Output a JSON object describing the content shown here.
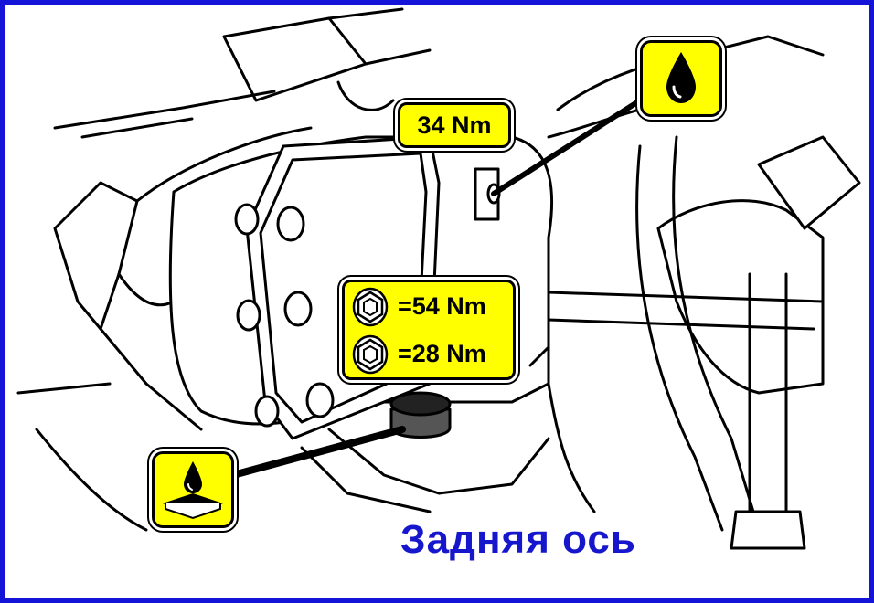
{
  "caption": "Задняя  ось",
  "torque_top": "34 Nm",
  "torque_rows": [
    {
      "icon": "hex-bolt-icon",
      "value": "=54 Nm"
    },
    {
      "icon": "hex-bolt-icon",
      "value": "=28 Nm"
    }
  ],
  "icons": {
    "fill": "oil-drop-icon",
    "drain": "oil-drain-pan-icon"
  },
  "colors": {
    "frame": "#1414d8",
    "label_bg": "#ffff00",
    "caption": "#1616cc"
  }
}
